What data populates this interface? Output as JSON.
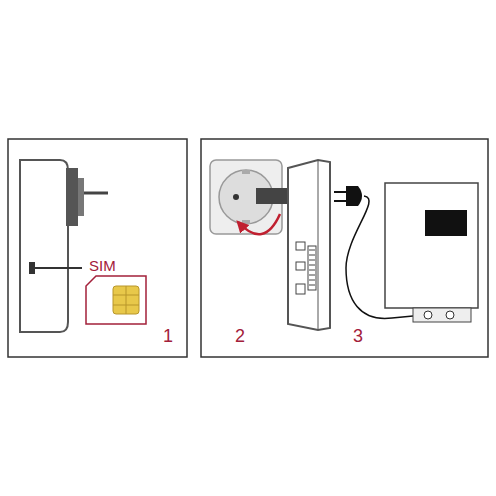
{
  "diagram": {
    "labels": [
      "SIM",
      "1",
      "2",
      "3"
    ]
  }
}
